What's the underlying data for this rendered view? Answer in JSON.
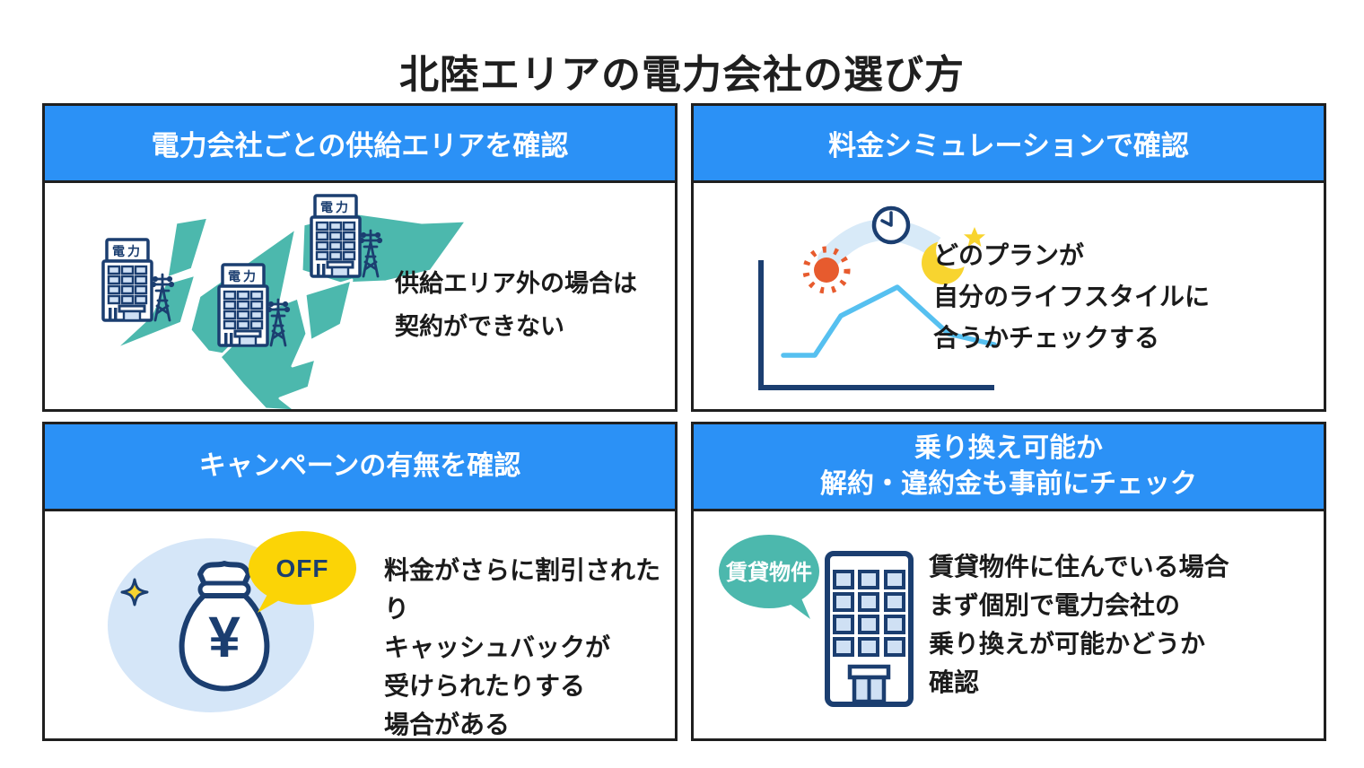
{
  "title": "北陸エリアの電力会社の選び方",
  "colors": {
    "header_blue": "#2b91f6",
    "panel_border": "#1f1f1f",
    "navy": "#1b3e70",
    "map_teal": "#4cb8ad",
    "chart_line": "#56c0f0",
    "sun_orange": "#e75b2e",
    "accent_yellow": "#fbd406",
    "light_blue_fill": "#d5e6f8",
    "window_blue": "#cfe0f4"
  },
  "panels": {
    "supply_area": {
      "header": "電力会社ごとの供給エリアを確認",
      "body": [
        "供給エリア外の場合は",
        "契約ができない"
      ],
      "building_sign": "電力"
    },
    "simulation": {
      "header": "料金シミュレーションで確認",
      "body": [
        "どのプランが",
        "自分のライフスタイルに",
        "合うかチェックする"
      ]
    },
    "campaign": {
      "header": "キャンペーンの有無を確認",
      "body": [
        "料金がさらに割引されたり",
        "キャッシュバックが",
        "受けられたりする",
        "場合がある"
      ],
      "bubble": "OFF",
      "yen": "¥"
    },
    "switch": {
      "header": [
        "乗り換え可能か",
        "解約・違約金も事前にチェック"
      ],
      "body": [
        "賃貸物件に住んでいる場合",
        "まず個別で電力会社の",
        "乗り換えが可能かどうか",
        "確認"
      ],
      "bubble": "賃貸物件"
    }
  }
}
